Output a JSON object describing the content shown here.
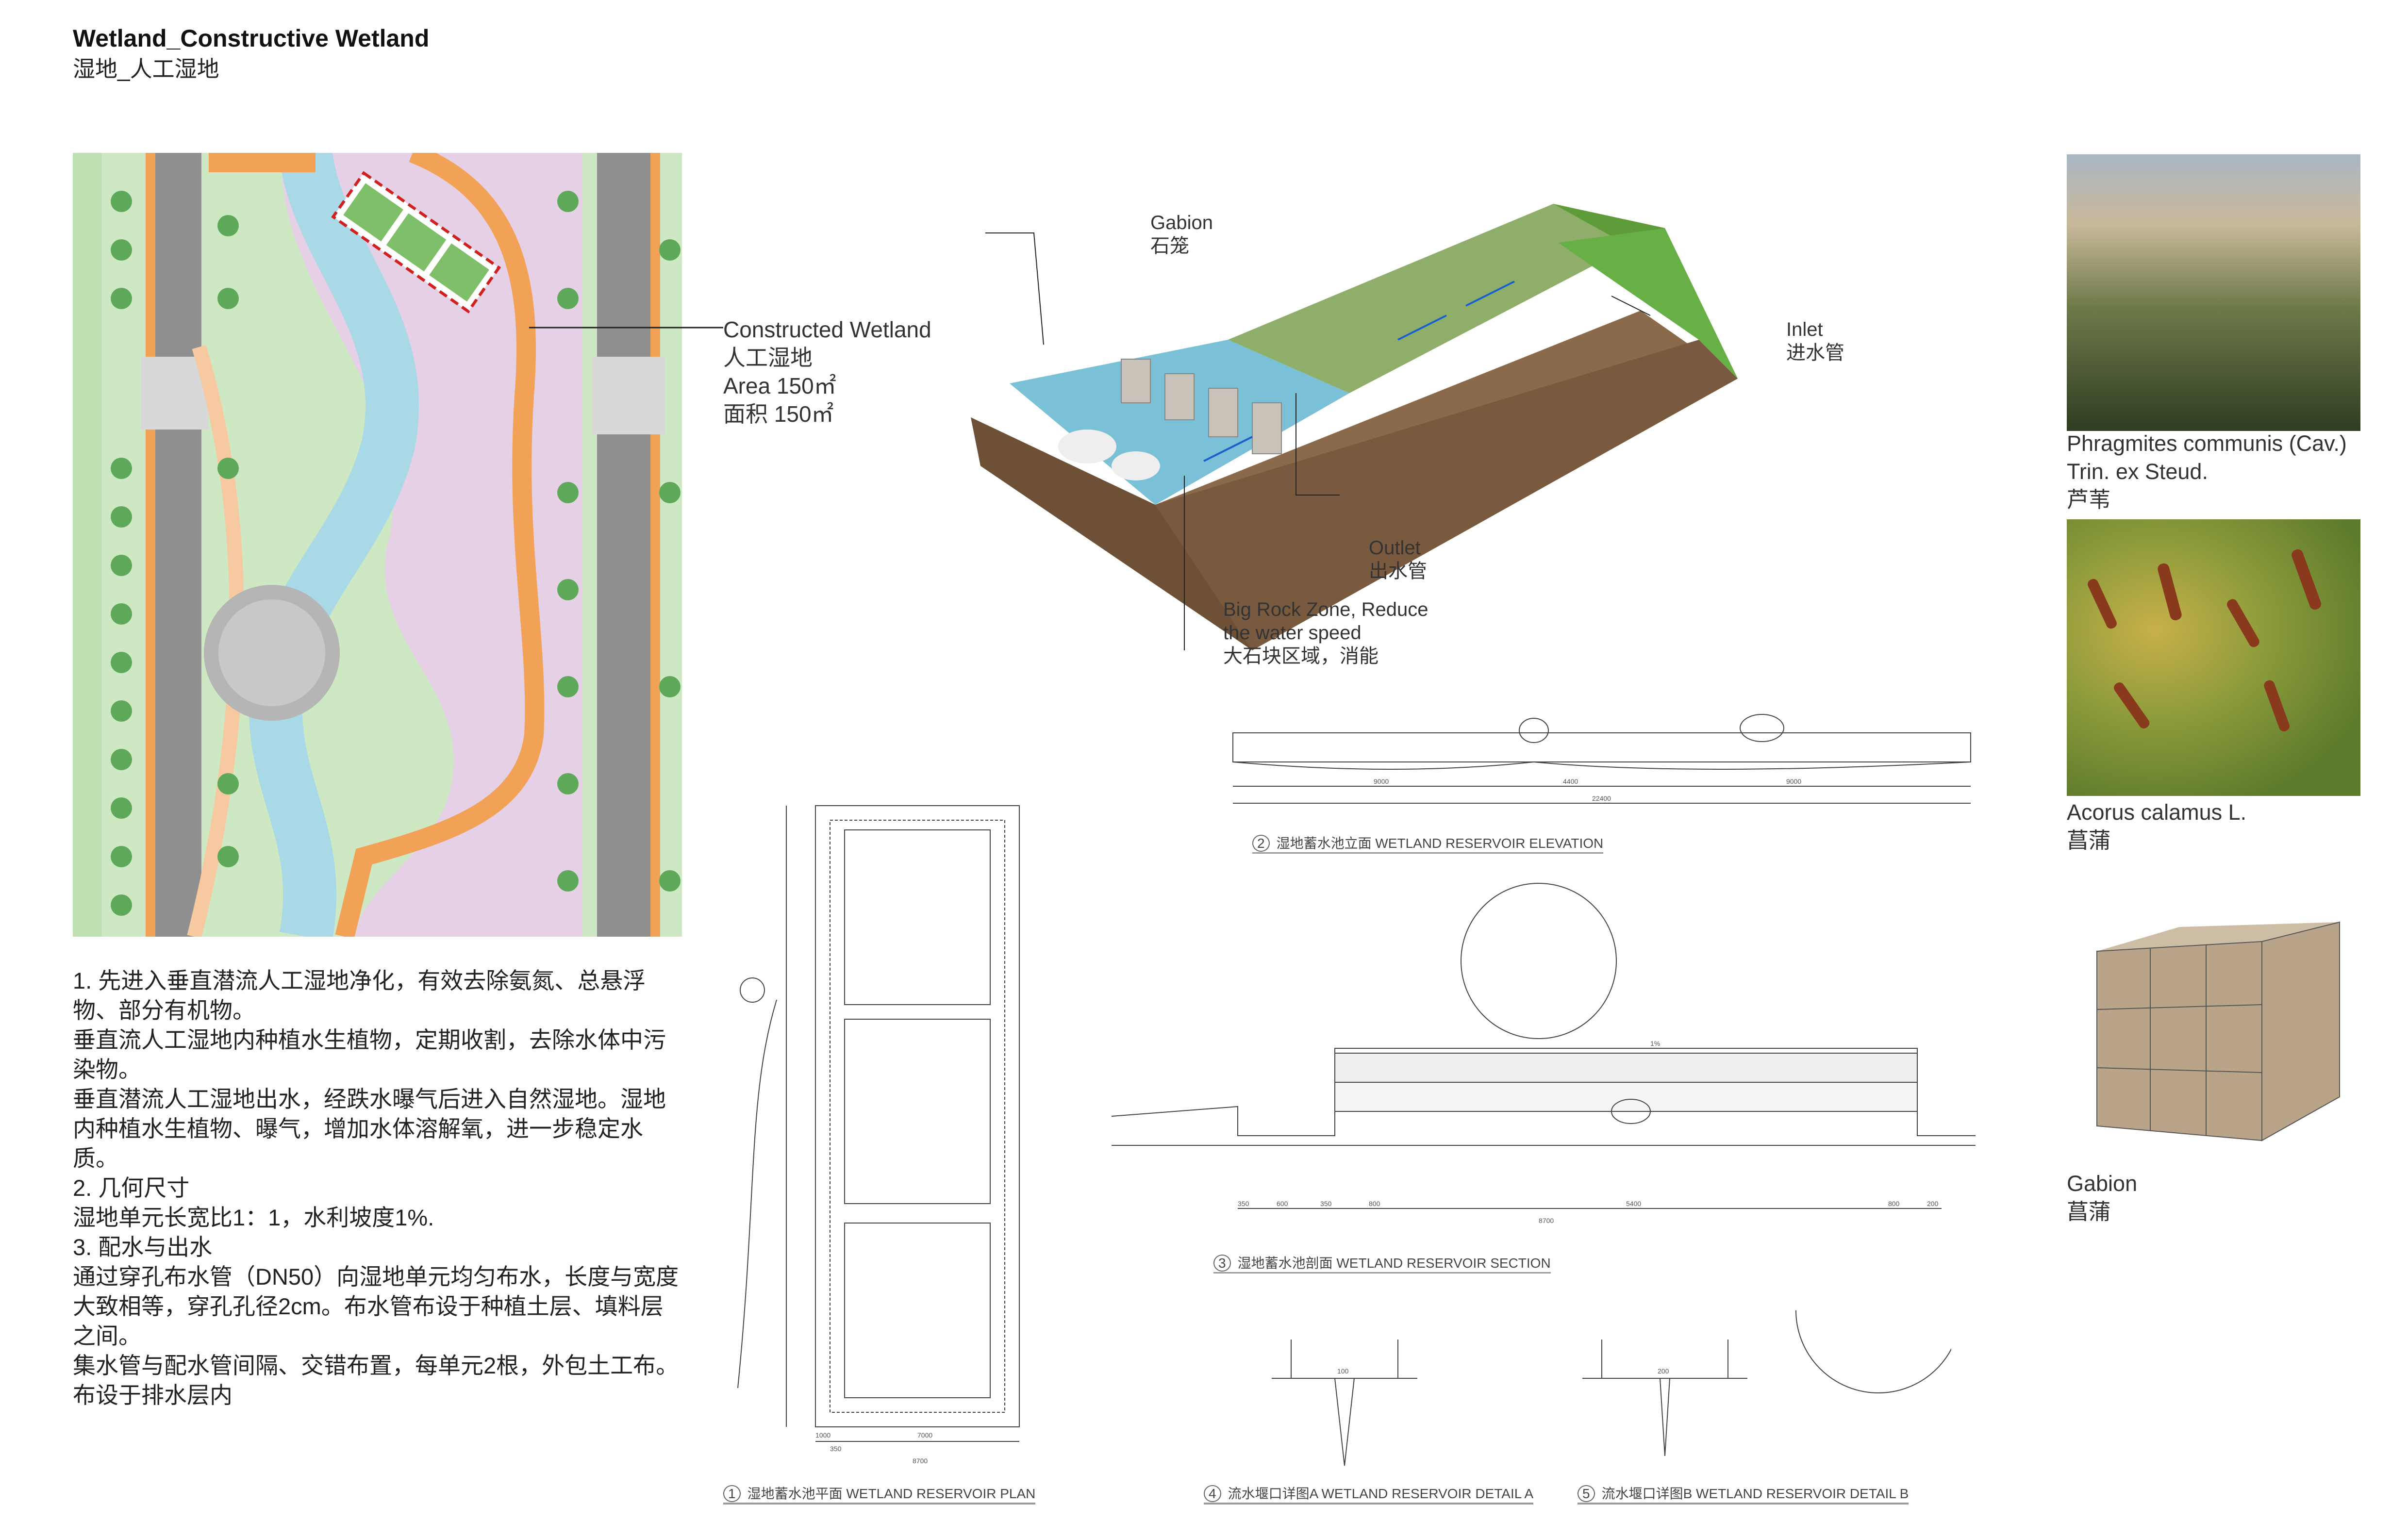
{
  "header": {
    "title": "Wetland_Constructive Wetland",
    "subtitle": "湿地_人工湿地"
  },
  "site_plan": {
    "callout": [
      "Constructed Wetland",
      "人工湿地",
      "Area 150㎡",
      "面积 150㎡"
    ]
  },
  "notes": [
    "1. 先进入垂直潜流人工湿地净化，有效去除氨氮、总悬浮物、部分有机物。",
    "垂直流人工湿地内种植水生植物，定期收割，去除水体中污染物。",
    "垂直潜流人工湿地出水，经跌水曝气后进入自然湿地。湿地内种植水生植物、曝气，增加水体溶解氧，进一步稳定水质。",
    "2. 几何尺寸",
    "湿地单元长宽比1：1，水利坡度1%.",
    "3. 配水与出水",
    "通过穿孔布水管（DN50）向湿地单元均匀布水，长度与宽度大致相等，穿孔孔径2cm。布水管布设于种植土层、填料层之间。",
    "集水管与配水管间隔、交错布置，每单元2根，外包土工布。布设于排水层内"
  ],
  "model_3d": {
    "gabion": [
      "Gabion",
      "石笼"
    ],
    "inlet": [
      "Inlet",
      "进水管"
    ],
    "outlet": [
      "Outlet",
      "出水管"
    ],
    "rock_zone": [
      "Big Rock Zone, Reduce",
      "the water speed",
      "大石块区域，消能"
    ]
  },
  "plants": [
    {
      "latin": "Phragmites communis (Cav.) Trin. ex Steud.",
      "cn": "芦苇"
    },
    {
      "latin": "Acorus calamus L.",
      "cn": "菖蒲"
    },
    {
      "latin": "Gabion",
      "cn": "菖蒲"
    }
  ],
  "drawings": {
    "plan": {
      "num": "1",
      "title": "湿地蓄水池平面  WETLAND RESERVOIR PLAN",
      "dims": [
        "1000",
        "7000",
        "350",
        "8700"
      ]
    },
    "elevation": {
      "num": "2",
      "title": "湿地蓄水池立面  WETLAND RESERVOIR ELEVATION",
      "dims": [
        "9000",
        "4400",
        "9000",
        "22400"
      ]
    },
    "section": {
      "num": "3",
      "title": "湿地蓄水池剖面  WETLAND RESERVOIR SECTION",
      "dims": [
        "350",
        "600",
        "350",
        "800",
        "5400",
        "800",
        "200",
        "8700"
      ],
      "slope": "1%"
    },
    "detail_a": {
      "num": "4",
      "title": "流水堰口详图A  WETLAND RESERVOIR DETAIL A",
      "dim": "100"
    },
    "detail_b": {
      "num": "5",
      "title": "流水堰口详图B  WETLAND RESERVOIR DETAIL B",
      "dim": "200"
    }
  },
  "colors": {
    "orange": "#f2a257",
    "green": "#7fbf6a",
    "water": "#a9d8e6",
    "road": "#8a8a8a",
    "red_outline": "#d02020"
  }
}
